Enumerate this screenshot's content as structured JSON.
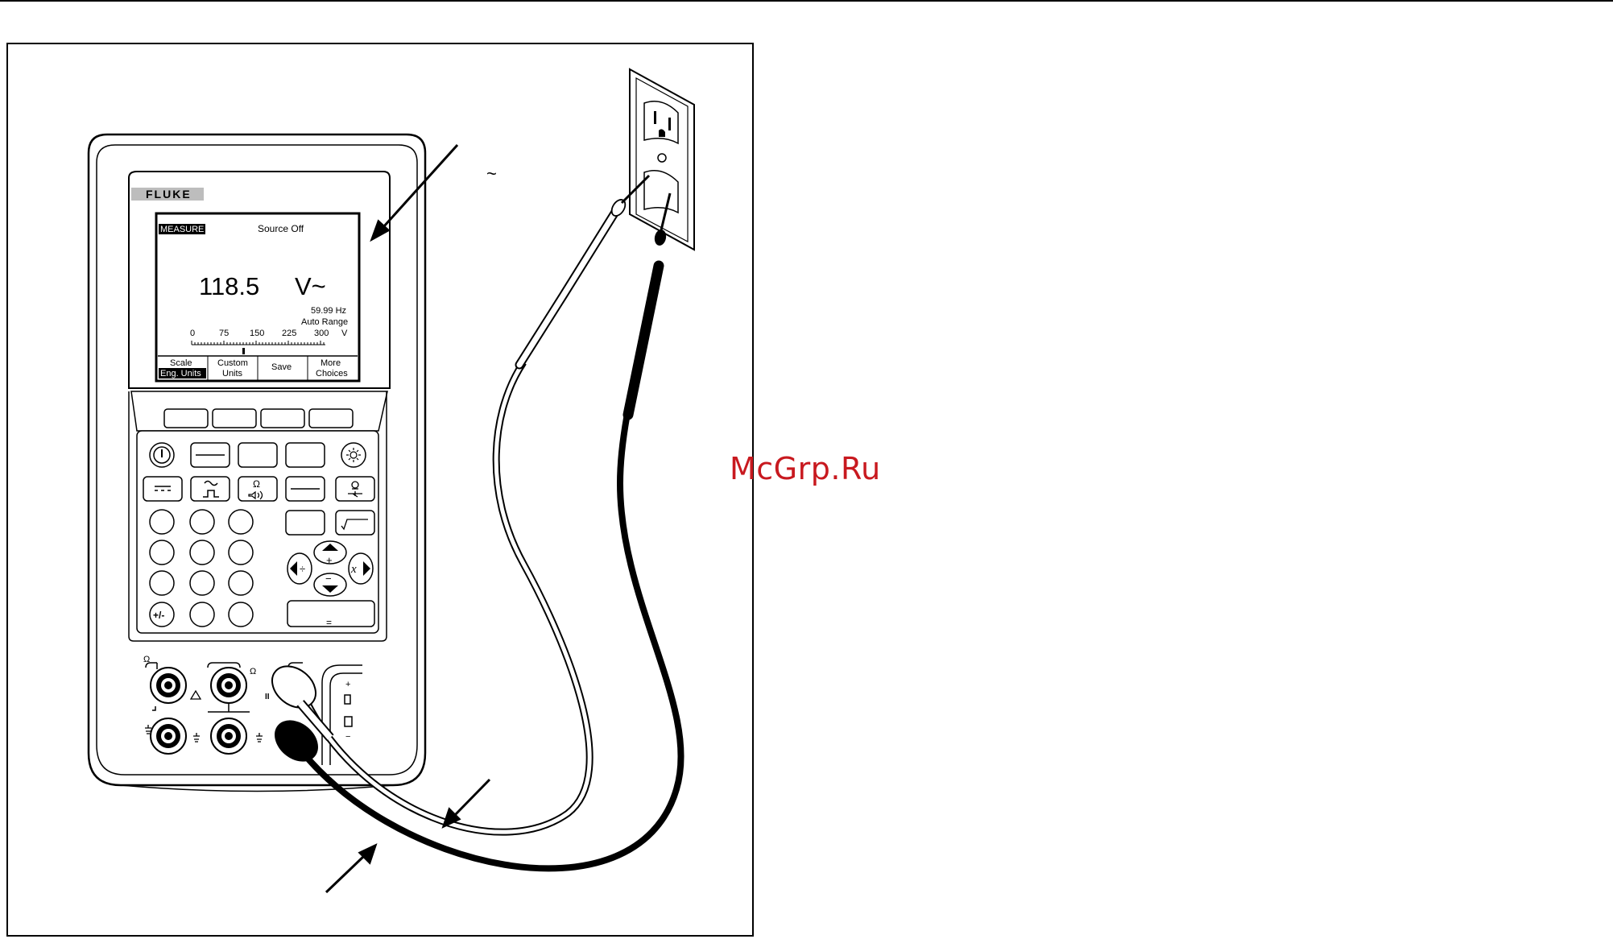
{
  "figure": {
    "tilde_symbol": "~"
  },
  "meter": {
    "brand": "FLUKE",
    "screen": {
      "mode_badge": "MEASURE",
      "source_status": "Source Off",
      "reading": "118.5",
      "unit": "V~",
      "frequency": "59.99 Hz",
      "range": "Auto Range",
      "scale_ticks": [
        "0",
        "75",
        "150",
        "225",
        "300",
        "V"
      ],
      "softkeys": [
        {
          "top": "Scale",
          "bottom": "Eng. Units"
        },
        {
          "top": "Custom",
          "bottom": "Units"
        },
        {
          "top": "Save",
          "bottom": ""
        },
        {
          "top": "More",
          "bottom": "Choices"
        }
      ]
    },
    "keypad": {
      "plus_minus": "+/-",
      "equals": "=",
      "x_key": "x",
      "divide": "÷",
      "plus": "+",
      "minus": "−"
    },
    "jacks": {
      "ohm": "Ω",
      "plus": "+",
      "minus": "−"
    }
  },
  "watermark": "McGrp.Ru"
}
